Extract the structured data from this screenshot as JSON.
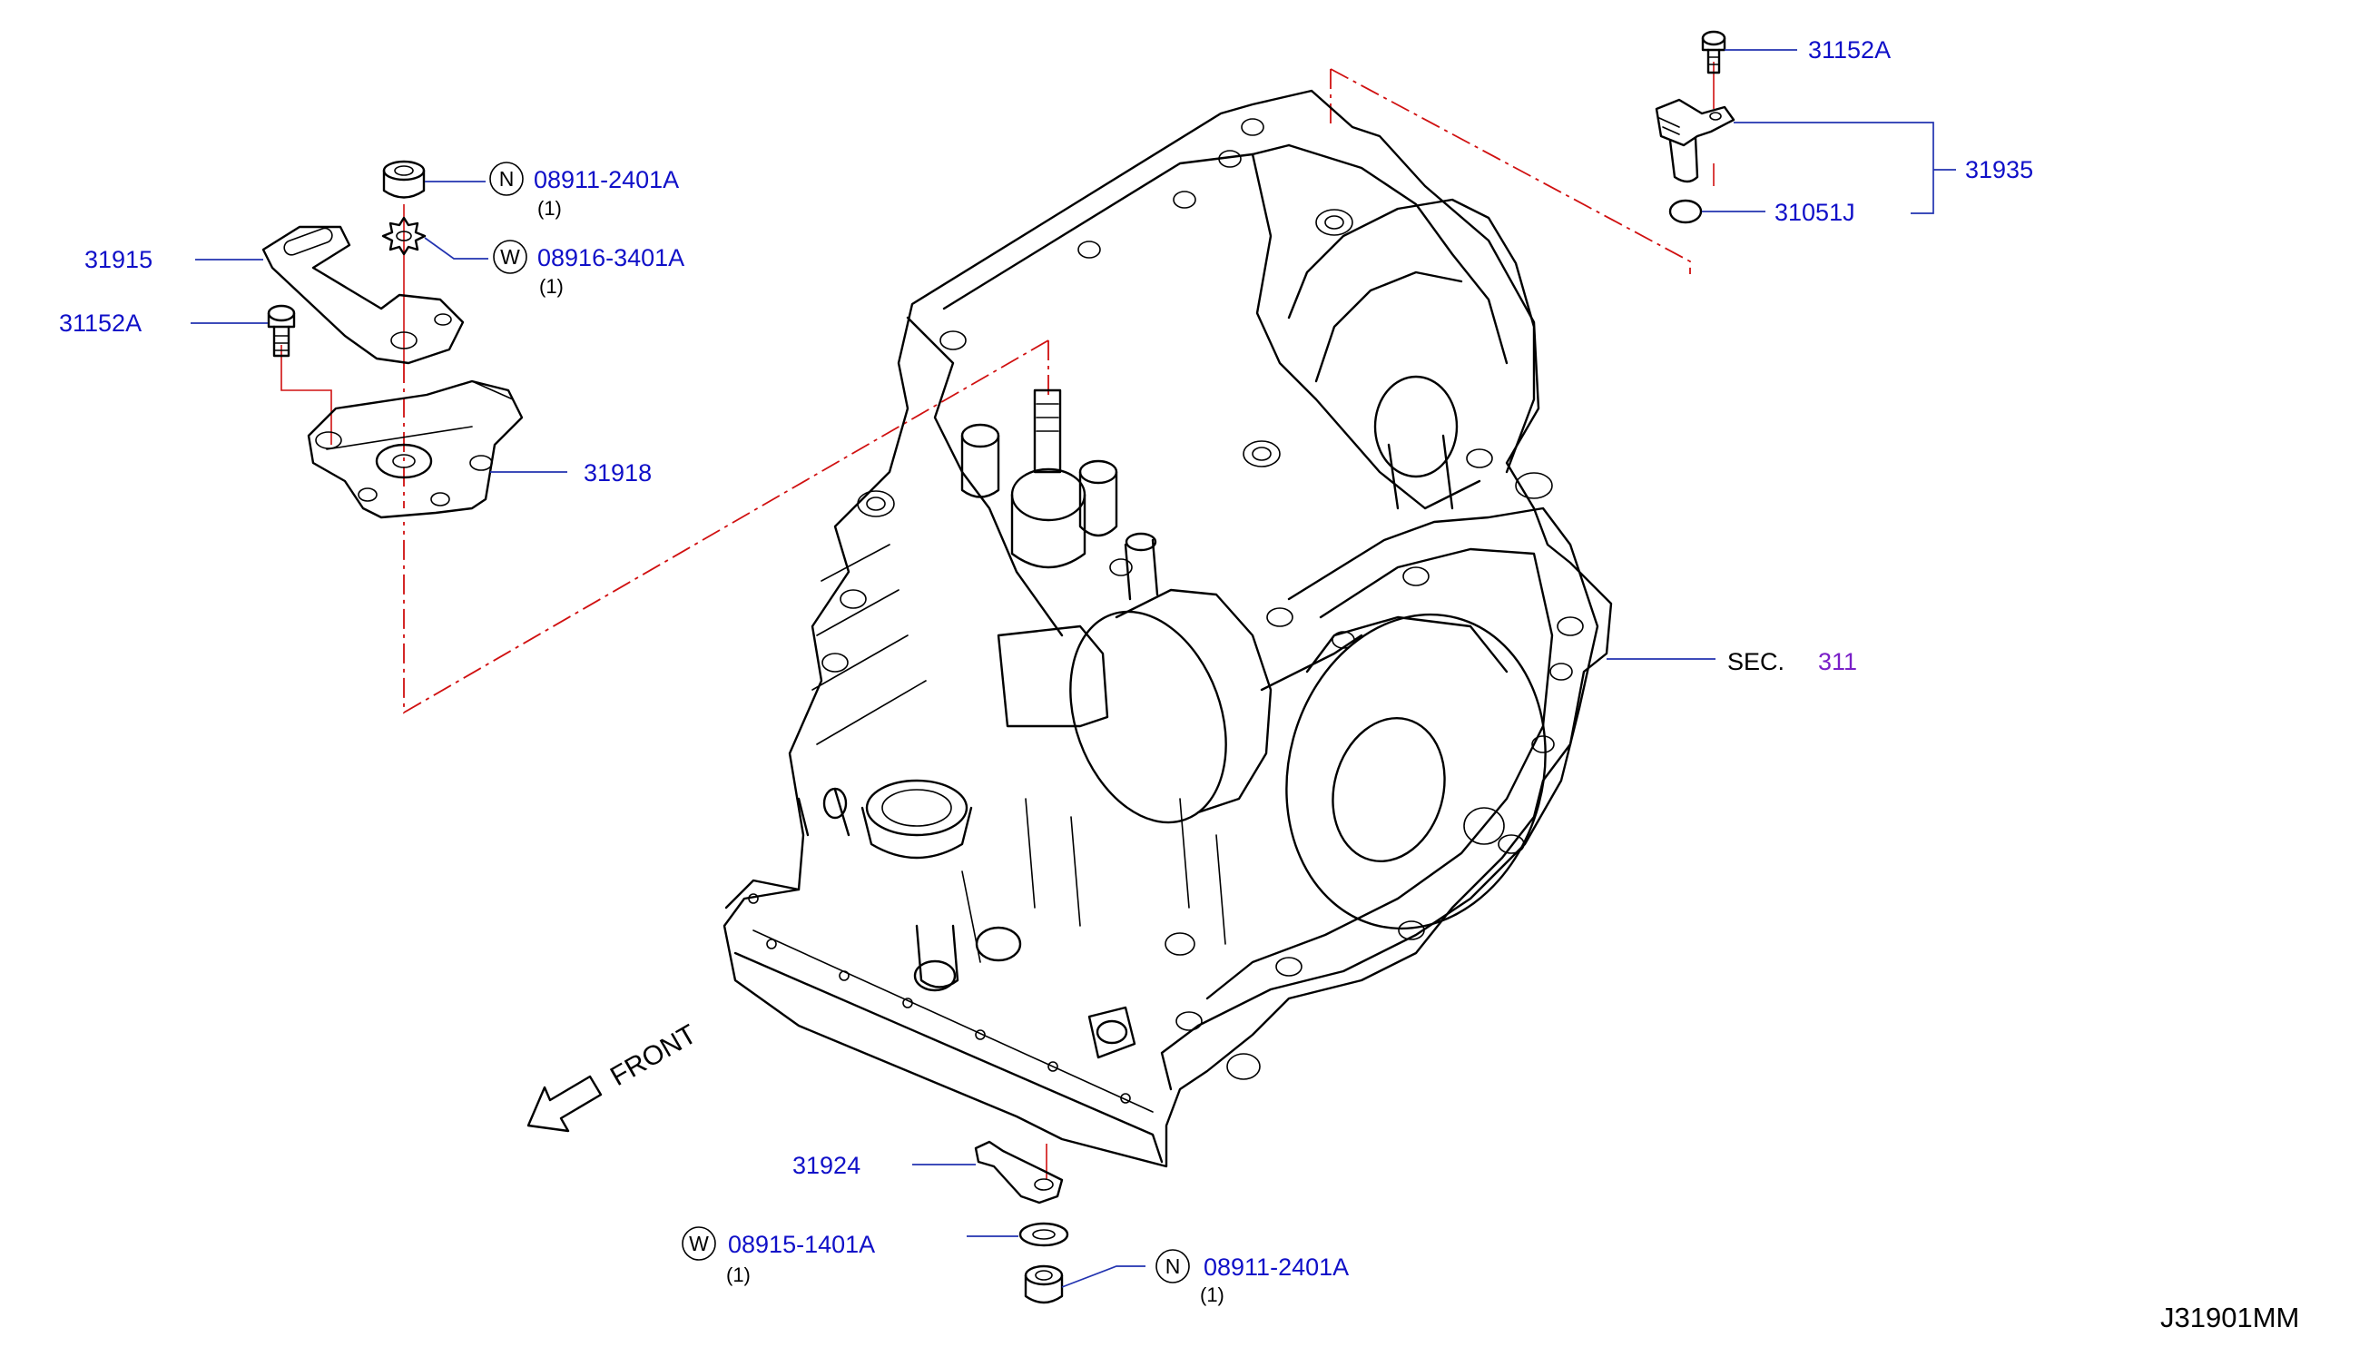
{
  "parts": [
    {
      "id": "p08911_top",
      "number": "08911-2401A",
      "prefix": "N",
      "qty": "(1)"
    },
    {
      "id": "p08916",
      "number": "08916-3401A",
      "prefix": "W",
      "qty": "(1)"
    },
    {
      "id": "p31915",
      "number": "31915"
    },
    {
      "id": "p31152A_left",
      "number": "31152A"
    },
    {
      "id": "p31918",
      "number": "31918"
    },
    {
      "id": "p31152A_right",
      "number": "31152A"
    },
    {
      "id": "p31935",
      "number": "31935"
    },
    {
      "id": "p31051J",
      "number": "31051J"
    },
    {
      "id": "p31924",
      "number": "31924"
    },
    {
      "id": "p08915",
      "number": "08915-1401A",
      "prefix": "W",
      "qty": "(1)"
    },
    {
      "id": "p08911_bot",
      "number": "08911-2401A",
      "prefix": "N",
      "qty": "(1)"
    }
  ],
  "section": {
    "prefix": "SEC.",
    "number": "311"
  },
  "direction": "FRONT",
  "drawing_ref": "J31901MM",
  "colors": {
    "part_label": "#1010c8",
    "section_link": "#7a20c8",
    "centerline": "#d01010",
    "leader": "#2233b0"
  }
}
